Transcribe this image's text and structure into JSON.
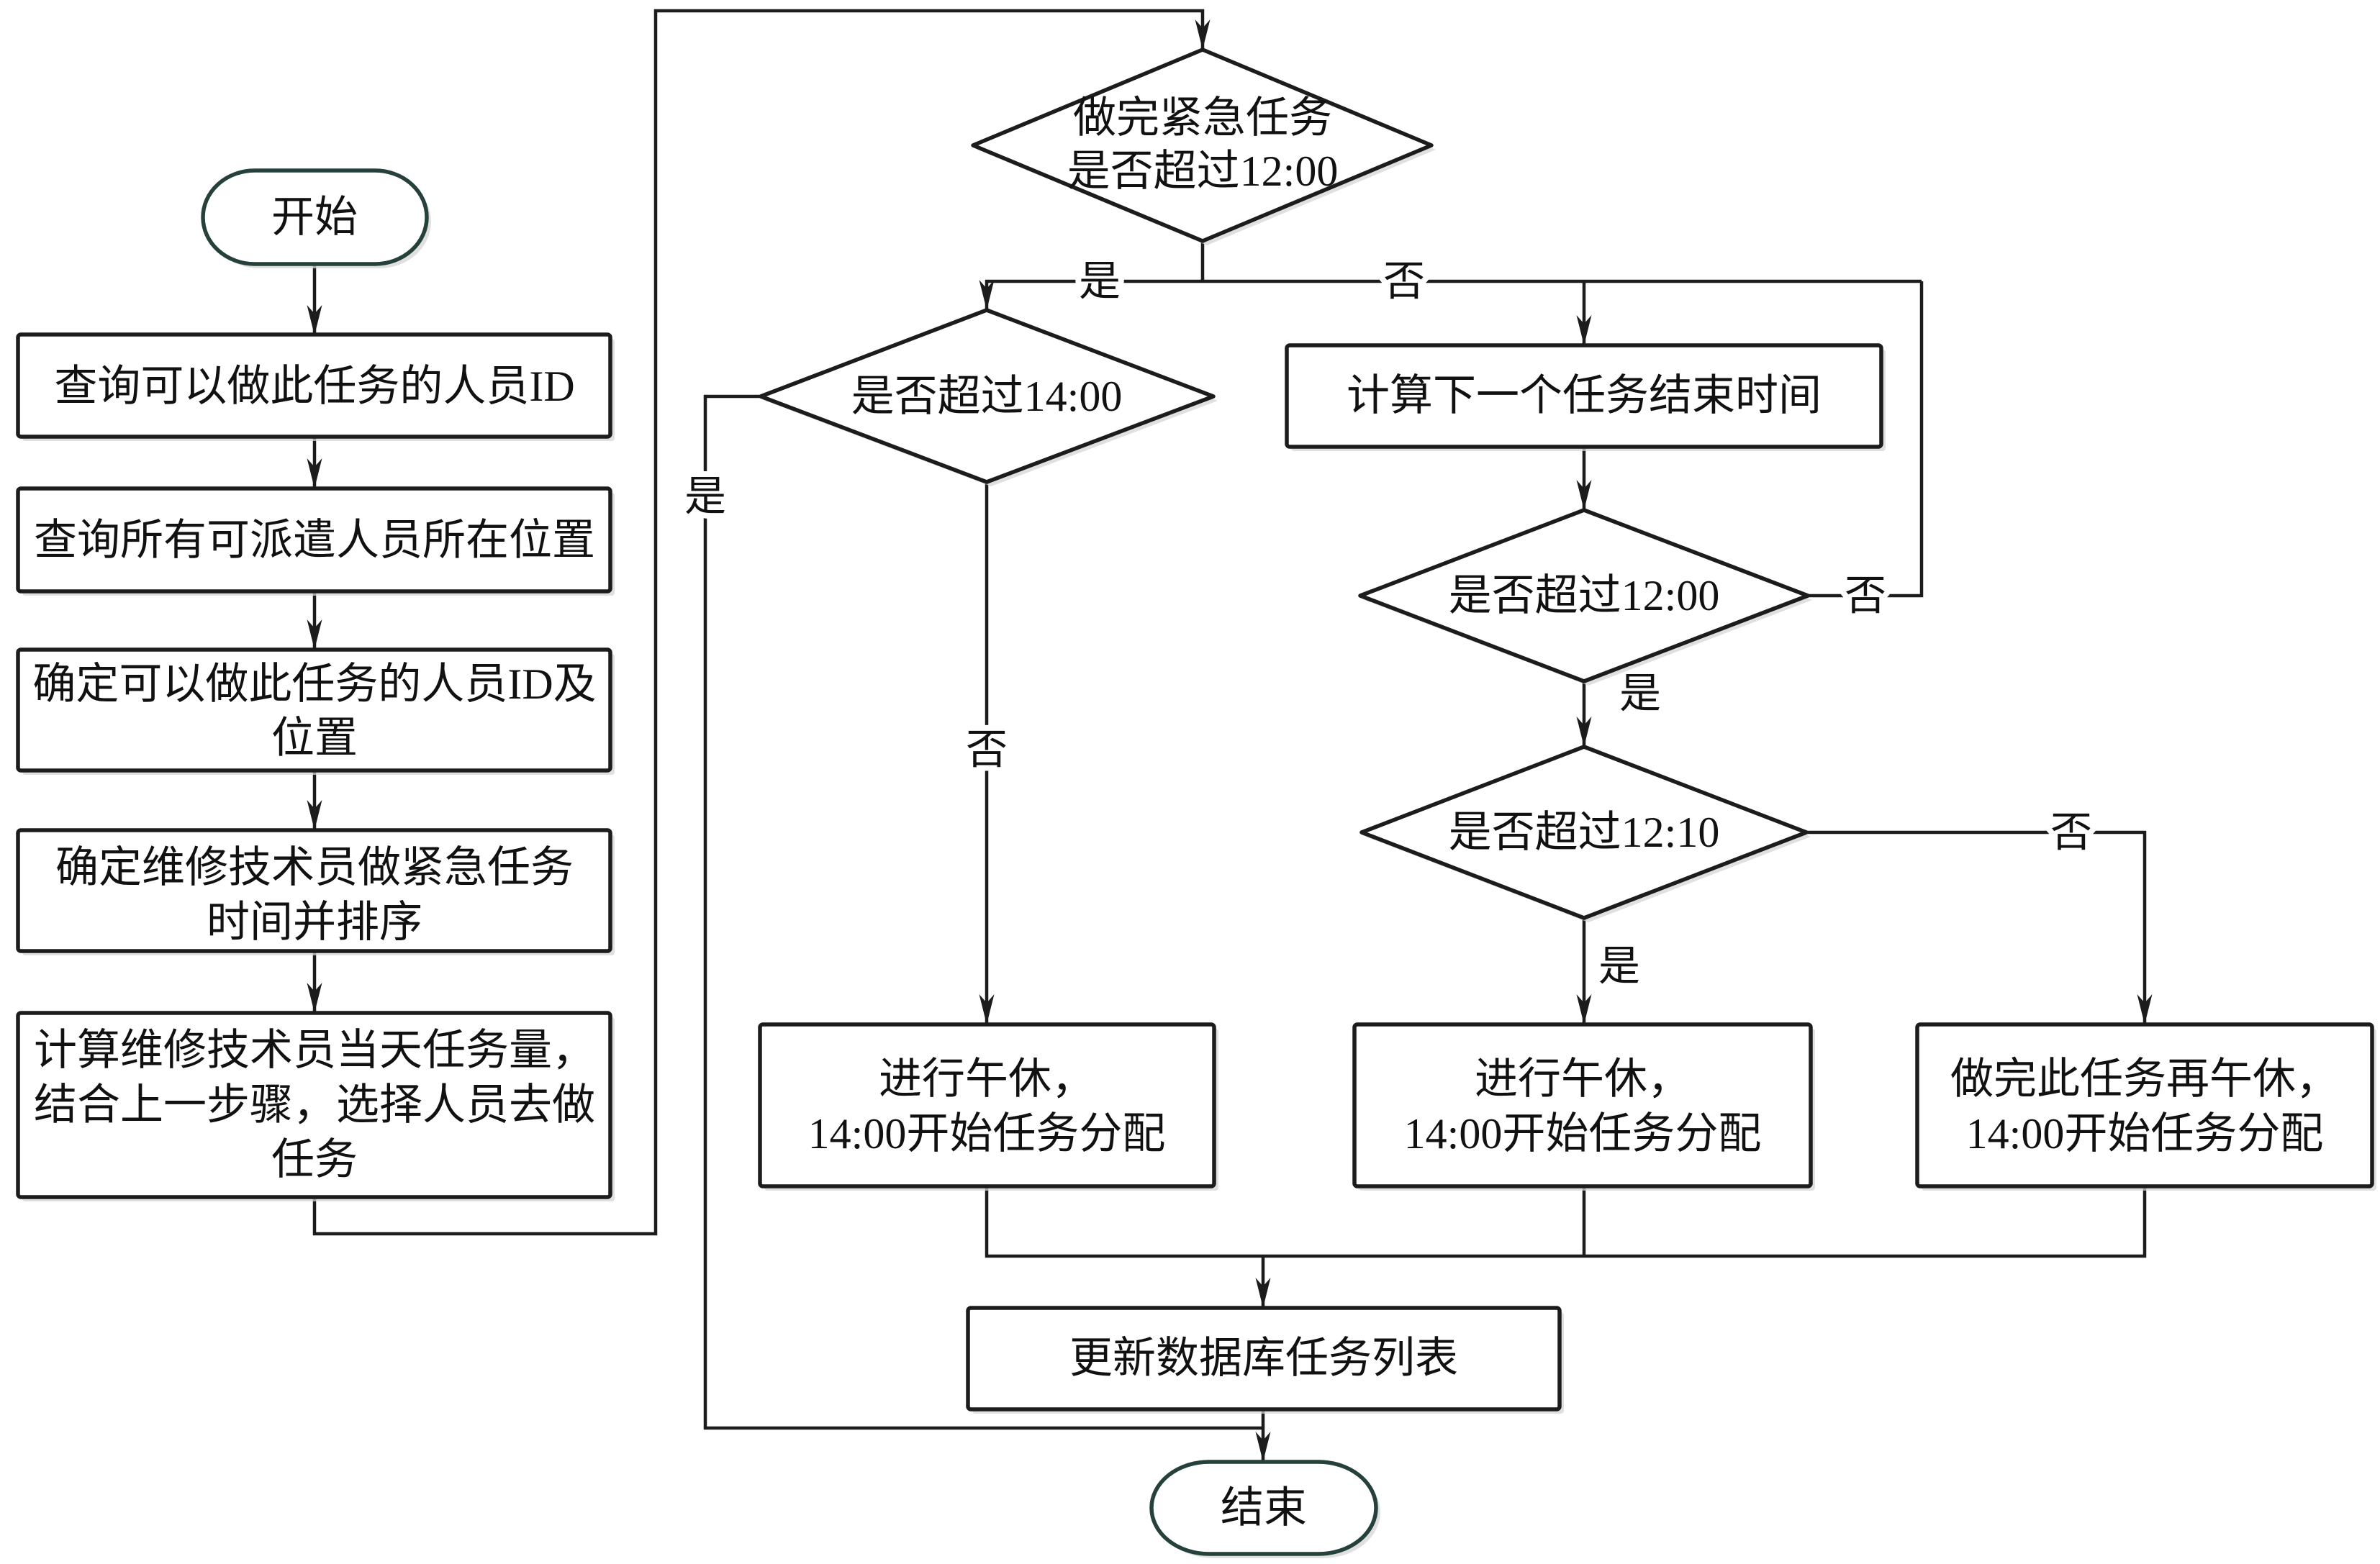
{
  "diagram": {
    "nodes": {
      "start": {
        "shape": "terminal",
        "text": [
          "开始"
        ]
      },
      "query_staff_ids": {
        "shape": "process",
        "text": [
          "查询可以做此任务的人员ID"
        ]
      },
      "query_staff_locations": {
        "shape": "process",
        "text": [
          "查询所有可派遣人员所在位置"
        ]
      },
      "determine_staff_ids_locations": {
        "shape": "process",
        "text": [
          "确定可以做此任务的人员ID及",
          "位置"
        ]
      },
      "determine_urgent_task_time": {
        "shape": "process",
        "text": [
          "确定维修技术员做紧急任务",
          "时间并排序"
        ]
      },
      "calculate_workload": {
        "shape": "process",
        "text": [
          "计算维修技术员当天任务量，",
          "结合上一步骤，选择人员去做",
          "任务"
        ]
      },
      "check_urgent_after_1200": {
        "shape": "decision",
        "text": [
          "做完紧急任务",
          "是否超过12:00"
        ]
      },
      "check_after_1400": {
        "shape": "decision",
        "text": [
          "是否超过14:00"
        ]
      },
      "calculate_next_task_end": {
        "shape": "process",
        "text": [
          "计算下一个任务结束时间"
        ]
      },
      "check_after_1200": {
        "shape": "decision",
        "text": [
          "是否超过12:00"
        ]
      },
      "check_after_1210": {
        "shape": "decision",
        "text": [
          "是否超过12:10"
        ]
      },
      "lunch_break_a": {
        "shape": "process",
        "text": [
          "进行午休，",
          "14:00开始任务分配"
        ]
      },
      "lunch_break_b": {
        "shape": "process",
        "text": [
          "进行午休，",
          "14:00开始任务分配"
        ]
      },
      "finish_task_then_lunch": {
        "shape": "process",
        "text": [
          "做完此任务再午休，",
          "14:00开始任务分配"
        ]
      },
      "update_task_list": {
        "shape": "process",
        "text": [
          "更新数据库任务列表"
        ]
      },
      "end": {
        "shape": "terminal",
        "text": [
          "结束"
        ]
      }
    },
    "edges": [
      {
        "from": "start",
        "to": "query_staff_ids",
        "label": ""
      },
      {
        "from": "query_staff_ids",
        "to": "query_staff_locations",
        "label": ""
      },
      {
        "from": "query_staff_locations",
        "to": "determine_staff_ids_locations",
        "label": ""
      },
      {
        "from": "determine_staff_ids_locations",
        "to": "determine_urgent_task_time",
        "label": ""
      },
      {
        "from": "determine_urgent_task_time",
        "to": "calculate_workload",
        "label": ""
      },
      {
        "from": "calculate_workload",
        "to": "check_urgent_after_1200",
        "label": ""
      },
      {
        "from": "check_urgent_after_1200",
        "to": "check_after_1400",
        "label": "是"
      },
      {
        "from": "check_urgent_after_1200",
        "to": "calculate_next_task_end",
        "label": "否"
      },
      {
        "from": "check_after_1400",
        "to": "end",
        "label": "是"
      },
      {
        "from": "check_after_1400",
        "to": "lunch_break_a",
        "label": "否"
      },
      {
        "from": "calculate_next_task_end",
        "to": "check_after_1200",
        "label": ""
      },
      {
        "from": "check_after_1200",
        "to": "check_after_1210",
        "label": "是"
      },
      {
        "from": "check_after_1200",
        "to": "calculate_next_task_end",
        "label": "否"
      },
      {
        "from": "check_after_1210",
        "to": "lunch_break_b",
        "label": "是"
      },
      {
        "from": "check_after_1210",
        "to": "finish_task_then_lunch",
        "label": "否"
      },
      {
        "from": "lunch_break_a",
        "to": "update_task_list",
        "label": ""
      },
      {
        "from": "lunch_break_b",
        "to": "update_task_list",
        "label": ""
      },
      {
        "from": "finish_task_then_lunch",
        "to": "update_task_list",
        "label": ""
      },
      {
        "from": "update_task_list",
        "to": "end",
        "label": ""
      }
    ]
  },
  "colors": {
    "line": "#1c1c1c",
    "terminal_border": "#26403b",
    "fill": "#ffffff",
    "shadow": "#d6d6d6"
  }
}
